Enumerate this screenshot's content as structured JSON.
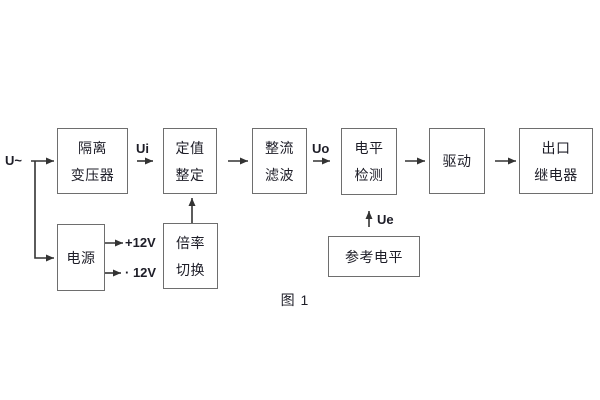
{
  "figure": {
    "caption": "图 1"
  },
  "diagram": {
    "nodes": [
      {
        "id": "isolation-transformer",
        "lines": [
          "隔离",
          "变压器"
        ]
      },
      {
        "id": "setpoint-adjust",
        "lines": [
          "定值",
          "整定"
        ]
      },
      {
        "id": "rectify-filter",
        "lines": [
          "整流",
          "滤波"
        ]
      },
      {
        "id": "level-detect",
        "lines": [
          "电平",
          "检测"
        ]
      },
      {
        "id": "driver",
        "lines": [
          "驱动"
        ]
      },
      {
        "id": "output-relay",
        "lines": [
          "出口",
          "继电器"
        ]
      },
      {
        "id": "power-supply",
        "lines": [
          "电源"
        ]
      },
      {
        "id": "ratio-switch",
        "lines": [
          "倍率",
          "切换"
        ]
      },
      {
        "id": "reference-level",
        "lines": [
          "参考电平"
        ]
      }
    ],
    "signals": {
      "u_in": "U~",
      "ui": "Ui",
      "uo": "Uo",
      "ue": "Ue",
      "plus12": "+12V",
      "minus12": "· 12V"
    },
    "colors": {
      "background": "#ffffff",
      "box_border": "#6e6e6e",
      "wire": "#333333",
      "text": "#1d1d27"
    }
  }
}
